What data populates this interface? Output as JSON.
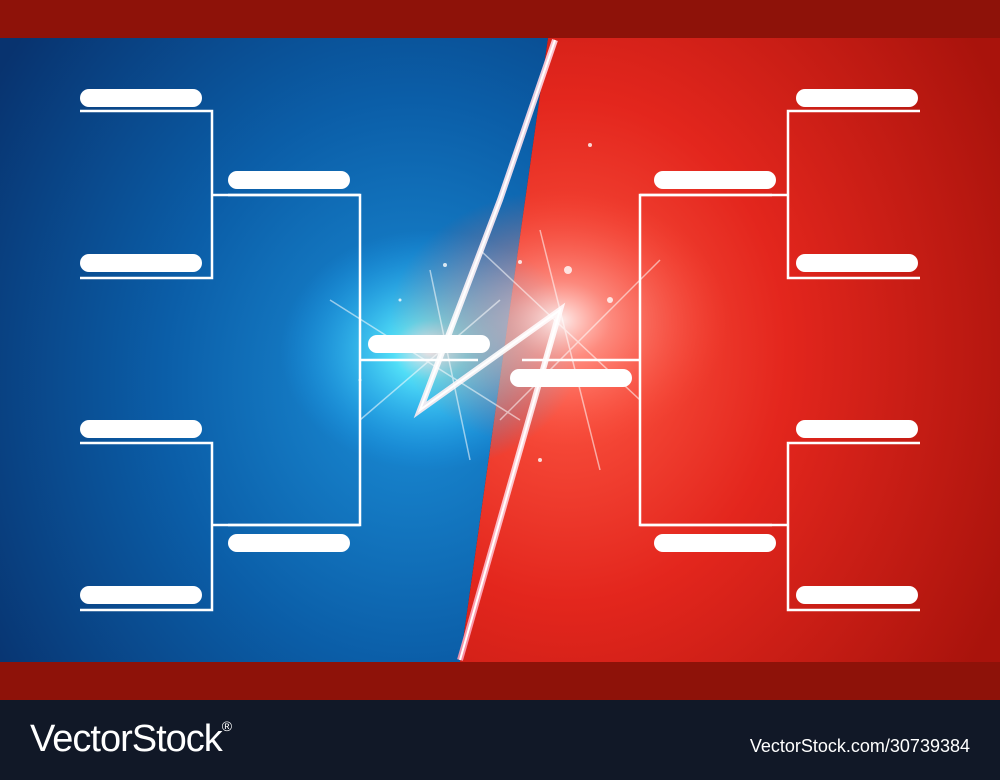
{
  "footer": {
    "brand": "VectorStock",
    "brand_mark": "®",
    "credit": "VectorStock.com/30739384"
  },
  "bracket": {
    "left": {
      "color": "#0a5ba6",
      "slots": 7
    },
    "right": {
      "color": "#d9251d",
      "slots": 7
    },
    "final_slots": 2
  },
  "colors": {
    "blue": "#0a5ba6",
    "red": "#d9251d",
    "band": "#8e1209",
    "glow": "#4fe6ff"
  }
}
